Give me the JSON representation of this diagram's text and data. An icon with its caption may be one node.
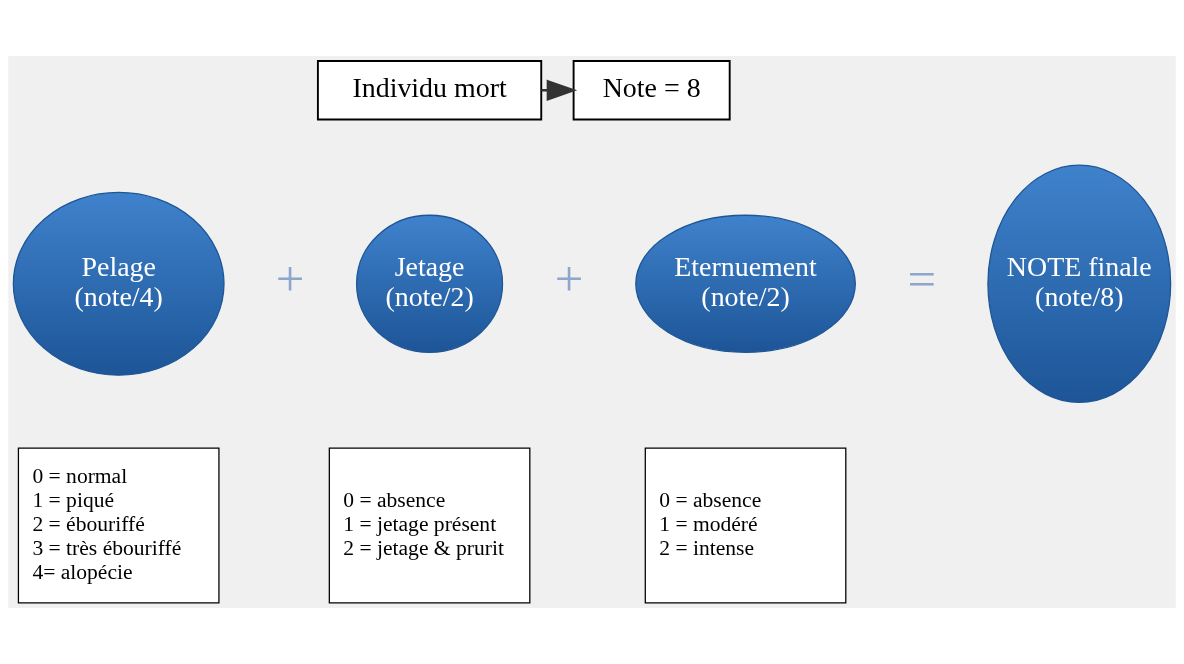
{
  "diagram": {
    "nodes": [
      {
        "text": [
          "Individu mort"
        ]
      },
      {
        "text": [
          "Note = 8"
        ]
      },
      {
        "text": [
          "Pelage",
          "(note/4)"
        ]
      },
      {
        "text": [
          "Jetage",
          "(note/2)"
        ]
      },
      {
        "text": [
          "Eternuement",
          "(note/2)"
        ]
      },
      {
        "text": [
          "NOTE finale",
          "(note/8)"
        ]
      },
      {
        "text": [
          "0 = normal",
          "1 = piqué",
          "2 = ébouriffé",
          "3 = très ébouriffé",
          "4= alopécie"
        ]
      },
      {
        "text": [
          "0 = absence",
          "1 = jetage présent",
          "2 = jetage & prurit"
        ]
      },
      {
        "text": [
          "0 = absence",
          "1 = modéré",
          "2 = intense"
        ]
      }
    ],
    "edges": [
      {
        "from": 0,
        "to": 1,
        "arrow": "to"
      }
    ],
    "labels": [
      "+",
      "+",
      "="
    ]
  }
}
